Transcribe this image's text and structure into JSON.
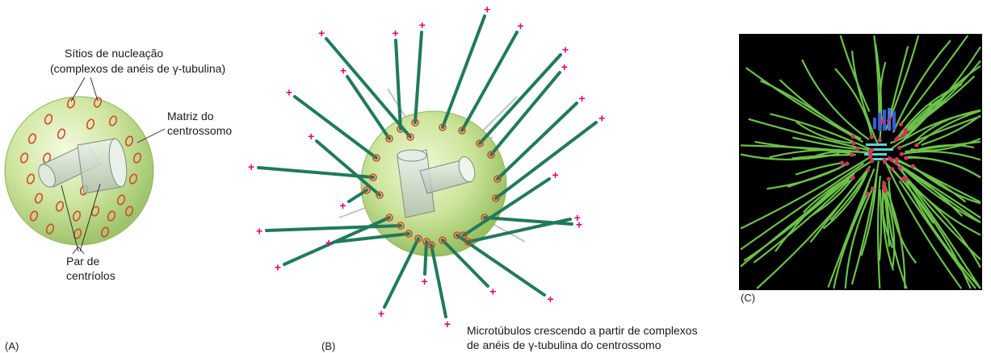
{
  "panel_a": {
    "letter": "(A)",
    "nucleation_label": [
      "Sítios de nucleação",
      "(complexos de anéis de γ-tubulina)"
    ],
    "matrix_label": [
      "Matriz do",
      "centrossomo"
    ],
    "centriole_label": [
      "Par de",
      "centríolos"
    ]
  },
  "panel_b": {
    "letter": "(B)",
    "plus_sign": "+",
    "caption": [
      "Microtúbulos crescendo a partir de complexos",
      "de anéis de γ-tubulina do centrossomo"
    ]
  },
  "panel_c": {
    "letter": "(C)"
  },
  "colors": {
    "sphere": "#c9e39a",
    "microtubule": "#1f7a5c",
    "ring": "#d9452b",
    "plus": "#e6007e",
    "micrograph_bg": "#000000",
    "micrograph_fiber": "#6cc24a"
  }
}
